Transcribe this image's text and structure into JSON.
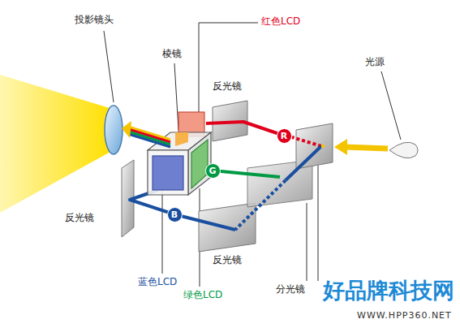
{
  "diagram": {
    "nodes": [
      {
        "text": [
          "R"
        ]
      },
      {
        "text": [
          "G"
        ]
      },
      {
        "text": [
          "B"
        ]
      }
    ],
    "labels": [
      "投影镜头",
      "红色LCD",
      "棱镜",
      "反光镜",
      "光源",
      "反光镜",
      "蓝色LCD",
      "绿色LCD",
      "反光镜",
      "分光镜",
      "好品牌科技网",
      "WWW.HPP360.NET"
    ]
  }
}
